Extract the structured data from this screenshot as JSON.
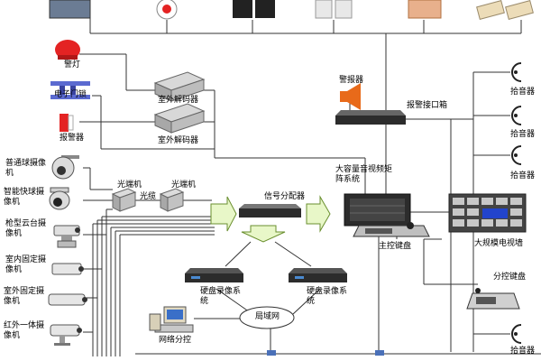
{
  "labels": {
    "alarm_light": "警灯",
    "door_lock": "电子门锁",
    "alarm_left": "报警器",
    "decoder_1": "室外解码器",
    "decoder_2": "室外解码器",
    "alarm_top": "警报器",
    "alarm_box": "报警接口箱",
    "pickup_1": "拾音器",
    "pickup_2": "拾音器",
    "pickup_3": "拾音器",
    "pickup_4": "拾音器",
    "cam_dome": "普通球摄像机",
    "cam_fast_dome": "智能快球摄像机",
    "cam_ptz": "枪型云台摄像机",
    "cam_indoor": "室内固定摄像机",
    "cam_outdoor": "室外固定摄像机",
    "cam_ir": "红外一体摄像机",
    "optical_1": "光端机",
    "fiber": "光缆",
    "optical_2": "光端机",
    "splitter": "信号分配器",
    "matrix": "大容量音视频矩阵系统",
    "tv_wall": "大规模电视墙",
    "main_keyboard": "主控键盘",
    "sub_keyboard": "分控键盘",
    "dvr_1": "硬盘录像系统",
    "dvr_2": "硬盘录像系统",
    "lan": "局域网",
    "net_control": "网络分控"
  },
  "colors": {
    "line": "#333333",
    "arrow_fill": "#e8f7c8",
    "arrow_stroke": "#6a8f2f",
    "alarm_red": "#e42323",
    "speaker_orange": "#e86a1a",
    "device_dark": "#2c2c2c",
    "device_panel": "#c8c8c8",
    "screen_blue": "#2244cc"
  },
  "icons": {
    "alarm_light": "red-beacon-icon",
    "door_lock": "magnetic-lock-icon",
    "alarm_left": "red-siren-icon",
    "decoder": "decoder-box-icon",
    "alarm_top": "horn-speaker-icon",
    "alarm_box": "interface-box-icon",
    "pickup": "microphone-icon",
    "camera_dome": "dome-camera-icon",
    "camera_bullet": "bullet-camera-icon",
    "optical": "optical-transceiver-icon",
    "splitter": "splitter-device-icon",
    "matrix": "matrix-chassis-icon",
    "tv_wall": "tv-wall-icon",
    "keyboard": "control-keyboard-icon",
    "dvr": "dvr-device-icon",
    "lan": "lan-cloud-icon",
    "computer": "computer-icon"
  }
}
